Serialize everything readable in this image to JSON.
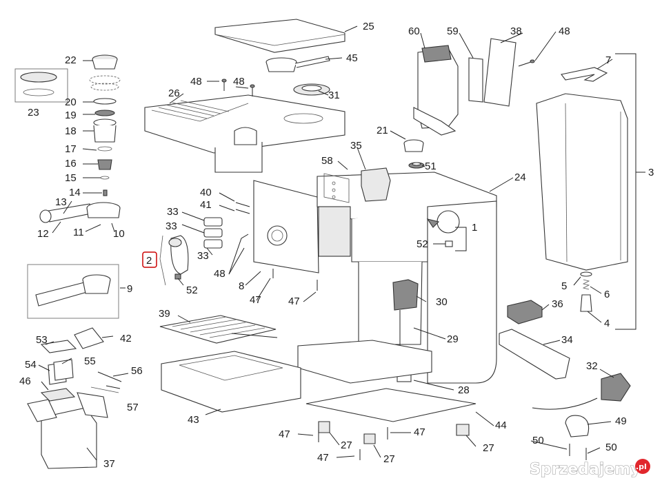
{
  "labels": {
    "l1": "1",
    "l2": "2",
    "l3": "3",
    "l4": "4",
    "l5": "5",
    "l6": "6",
    "l7": "7",
    "l8": "8",
    "l9": "9",
    "l10": "10",
    "l11": "11",
    "l12": "12",
    "l13": "13",
    "l14": "14",
    "l15": "15",
    "l16": "16",
    "l17": "17",
    "l18": "18",
    "l19": "19",
    "l20": "20",
    "l21": "21",
    "l22": "22",
    "l23": "23",
    "l24": "24",
    "l25": "25",
    "l26": "26",
    "l27a": "27",
    "l27b": "27",
    "l27c": "27",
    "l28": "28",
    "l29": "29",
    "l30": "30",
    "l31": "31",
    "l32": "32",
    "l33a": "33",
    "l33b": "33",
    "l33c": "33",
    "l34": "34",
    "l35": "35",
    "l36": "36",
    "l37": "37",
    "l38": "38",
    "l39": "39",
    "l40": "40",
    "l41": "41",
    "l42": "42",
    "l43": "43",
    "l44": "44",
    "l45": "45",
    "l46": "46",
    "l47a": "47",
    "l47b": "47",
    "l47c": "47",
    "l47d": "47",
    "l47e": "47",
    "l48a": "48",
    "l48b": "48",
    "l48c": "48",
    "l48d": "48",
    "l49": "49",
    "l50a": "50",
    "l50b": "50",
    "l51": "51",
    "l52a": "52",
    "l52b": "52",
    "l53": "53",
    "l54": "54",
    "l55": "55",
    "l56": "56",
    "l57": "57",
    "l58": "58",
    "l59": "59",
    "l60": "60"
  },
  "watermark": {
    "brand": "Sprzedajemy",
    "tld": ".pl"
  },
  "highlight_color": "#cc0000"
}
